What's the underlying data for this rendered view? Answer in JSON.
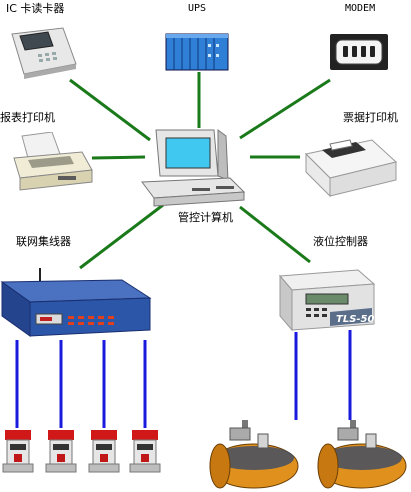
{
  "labels": {
    "ic_reader": "IC 卡读卡器",
    "ups": "UPS",
    "modem": "MODEM",
    "report_printer": "报表打印机",
    "receipt_printer": "票据打印机",
    "control_computer": "管控计算机",
    "hub": "联网集线器",
    "level_controller": "液位控制器"
  },
  "level_controller_brand": "TLS-50",
  "colors": {
    "green_link": "#1a7a1a",
    "blue_link": "#1a1adc",
    "computer_screen": "#40c8f0",
    "hub_body": "#2c56a8",
    "ups_body": "#2f7fd6",
    "tank_body": "#e0901c",
    "pump_red": "#d01818"
  },
  "icons": [
    "card-reader-icon",
    "ups-icon",
    "modem-icon",
    "report-printer-icon",
    "receipt-printer-icon",
    "computer-icon",
    "hub-icon",
    "level-controller-icon",
    "fuel-dispenser-icon",
    "fuel-tank-icon"
  ]
}
